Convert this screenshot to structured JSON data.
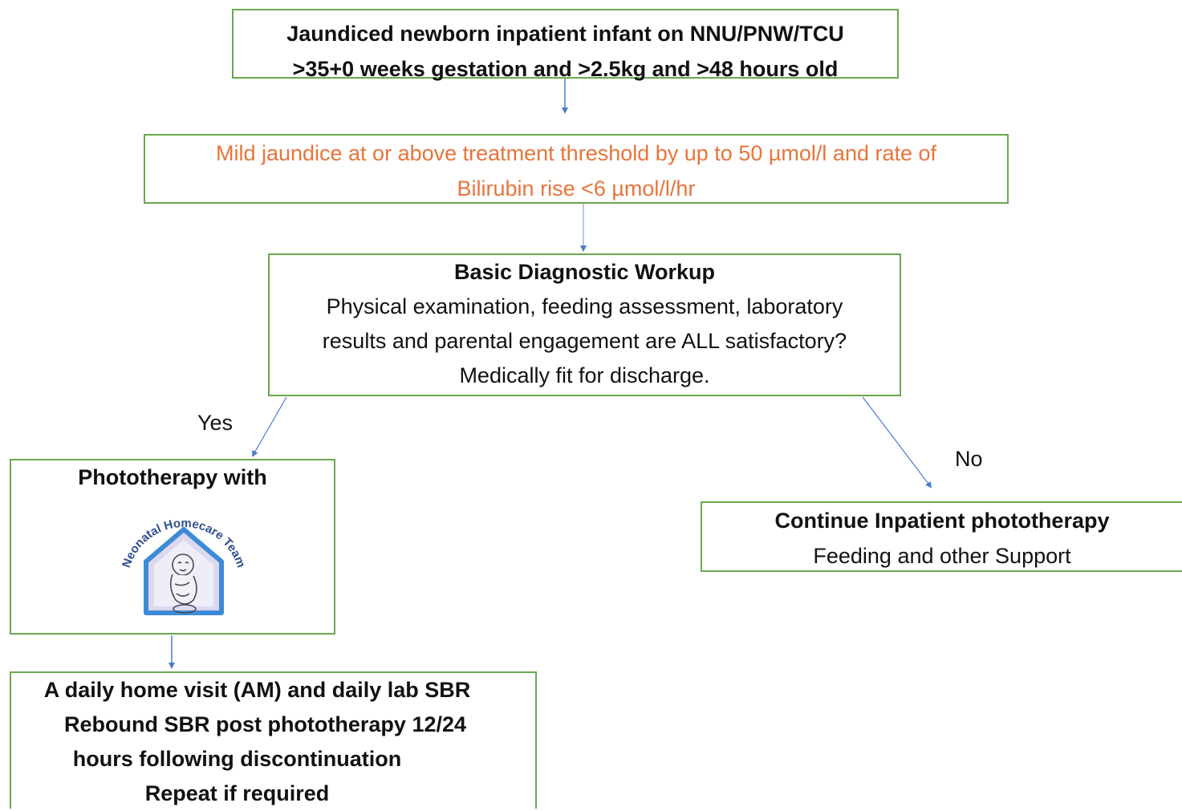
{
  "colors": {
    "box_border": "#6aa84f",
    "arrow": "#4a7bd0",
    "criteria_text": "#e8743b",
    "logo_blue": "#3d8bd6",
    "logo_fill": "#dcd8ee"
  },
  "boxes": {
    "start": {
      "line1": "Jaundiced newborn inpatient infant on NNU/PNW/TCU",
      "line2": ">35+0 weeks gestation and >2.5kg and >48 hours old"
    },
    "criteria": {
      "line1": "Mild jaundice at or above treatment threshold by up to 50 µmol/l and rate of",
      "line2": "Bilirubin rise <6 µmol/l/hr"
    },
    "workup": {
      "title": "Basic Diagnostic Workup",
      "line1": "Physical examination, feeding assessment, laboratory",
      "line2": "results and parental engagement are ALL satisfactory?",
      "line3": "Medically fit for discharge."
    },
    "phototherapy_home": {
      "title": "Phototherapy with",
      "logo_text": "Neonatal Homecare Team"
    },
    "inpatient": {
      "title": "Continue Inpatient phototherapy",
      "line1": "Feeding and other Support"
    },
    "followup": {
      "line1": "A daily home visit (AM) and daily lab SBR",
      "line2": "Rebound SBR post phototherapy  12/24",
      "line3": "hours following discontinuation",
      "line4": "Repeat if required"
    }
  },
  "labels": {
    "yes": "Yes",
    "no": "No"
  }
}
